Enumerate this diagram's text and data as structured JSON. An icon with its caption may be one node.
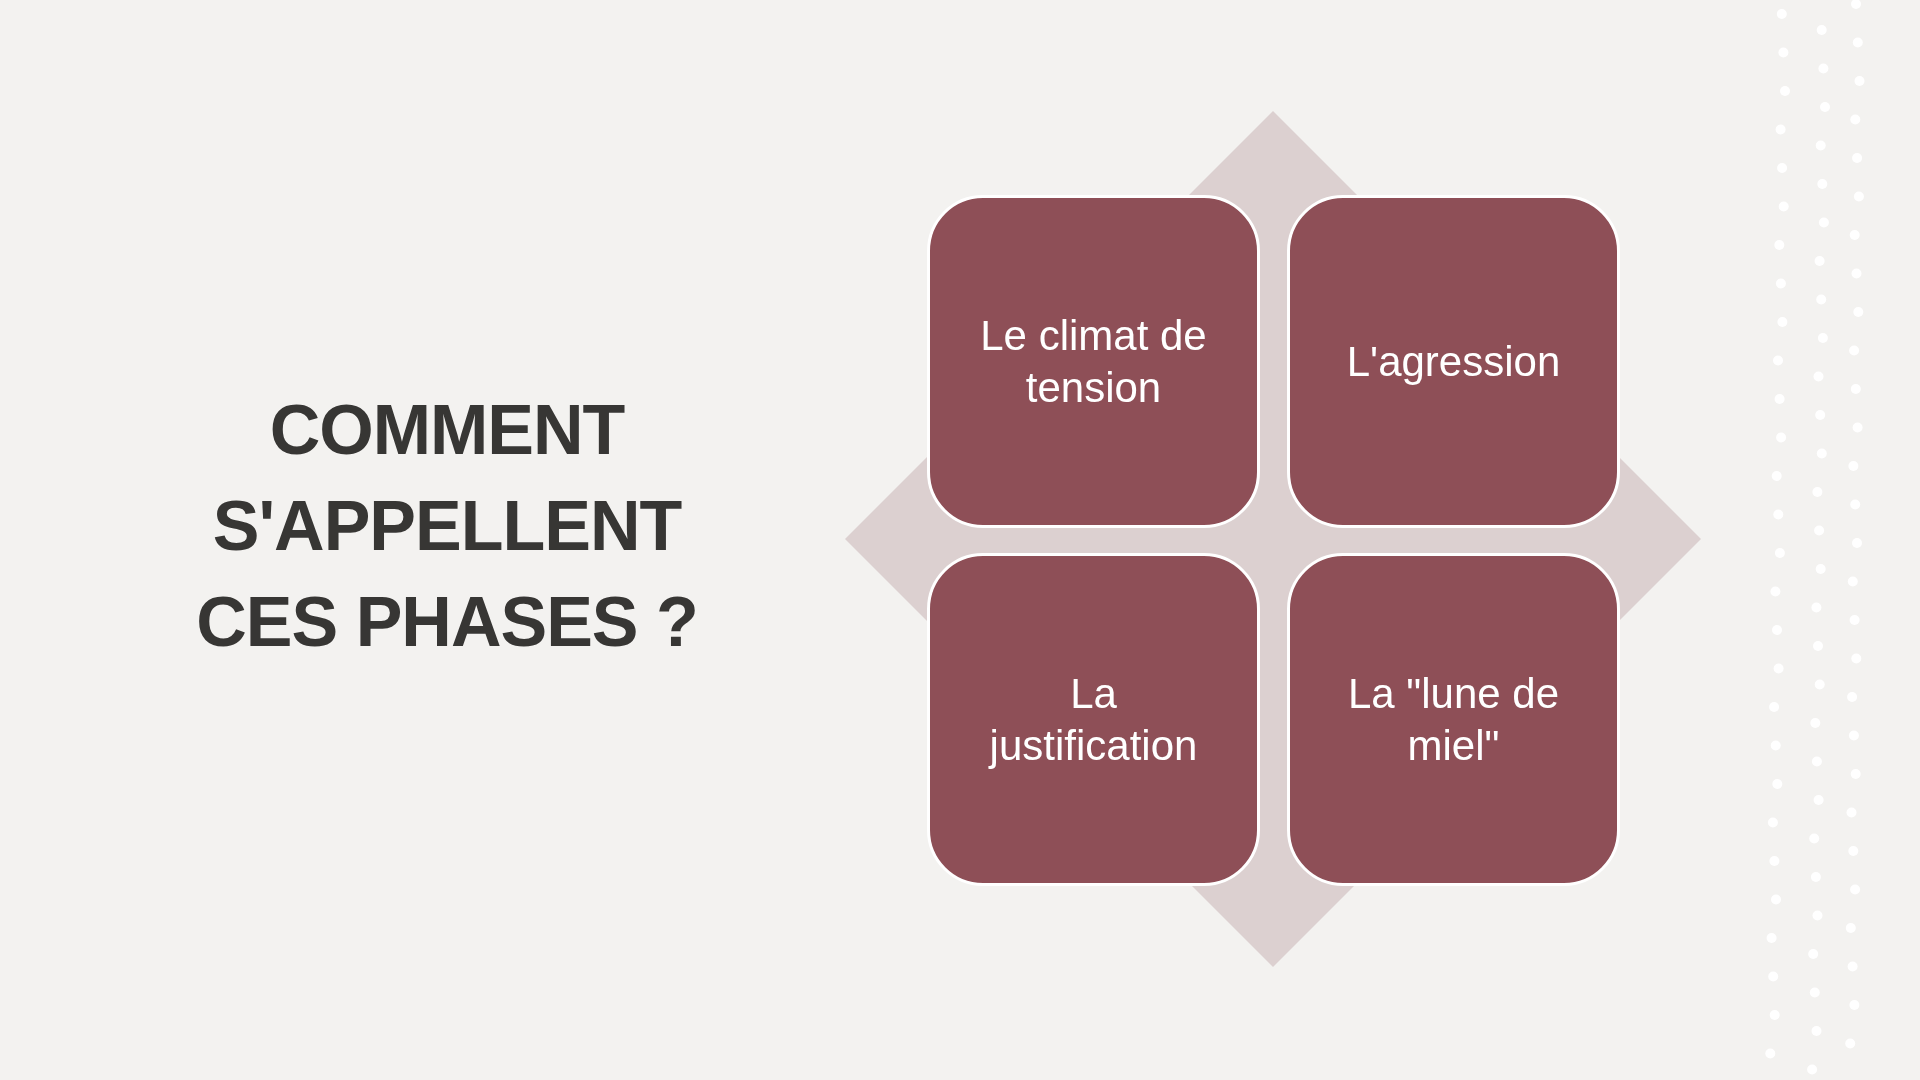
{
  "diagram": {
    "title": "COMMENT S'APPELLENT CES PHASES ?",
    "nodes": [
      {
        "text": [
          "Le climat de tension"
        ]
      },
      {
        "text": [
          "L'agression"
        ]
      },
      {
        "text": [
          "La justification"
        ]
      },
      {
        "text": [
          "La \"lune de miel\""
        ]
      }
    ]
  }
}
